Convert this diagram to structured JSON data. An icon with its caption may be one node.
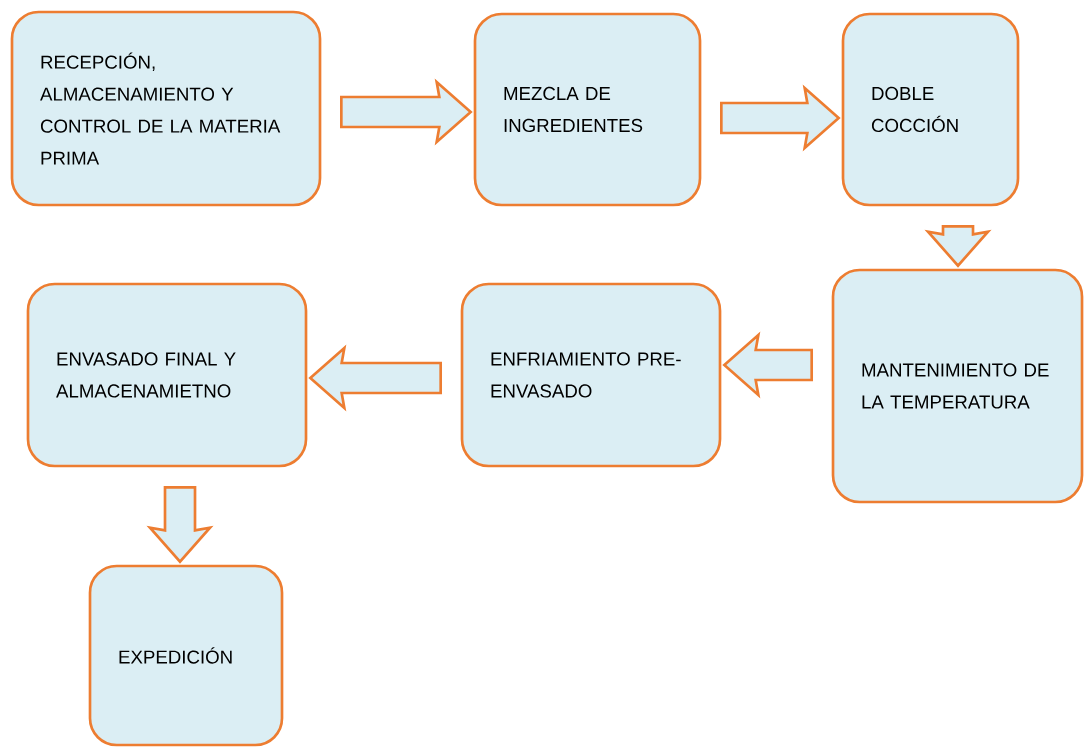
{
  "diagram": {
    "nodes": [
      {
        "text": [
          "RECEPCIÓN, ALMACENAMIENTO Y CONTROL DE LA MATERIA PRIMA"
        ]
      },
      {
        "text": [
          "MEZCLA DE INGREDIENTES"
        ]
      },
      {
        "text": [
          "DOBLE COCCIÓN"
        ]
      },
      {
        "text": [
          "MANTENIMIENTO DE LA TEMPERATURA"
        ]
      },
      {
        "text": [
          "ENFRIAMIENTO PRE-ENVASADO"
        ]
      },
      {
        "text": [
          "ENVASADO FINAL Y ALMACENAMIETNO"
        ]
      },
      {
        "text": [
          "EXPEDICIÓN"
        ]
      }
    ],
    "edges": [
      {
        "from": 0,
        "to": 1,
        "arrow": "to"
      },
      {
        "from": 1,
        "to": 2,
        "arrow": "to"
      },
      {
        "from": 2,
        "to": 3,
        "arrow": "to"
      },
      {
        "from": 3,
        "to": 4,
        "arrow": "to"
      },
      {
        "from": 4,
        "to": 5,
        "arrow": "to"
      },
      {
        "from": 5,
        "to": 6,
        "arrow": "to"
      }
    ]
  }
}
